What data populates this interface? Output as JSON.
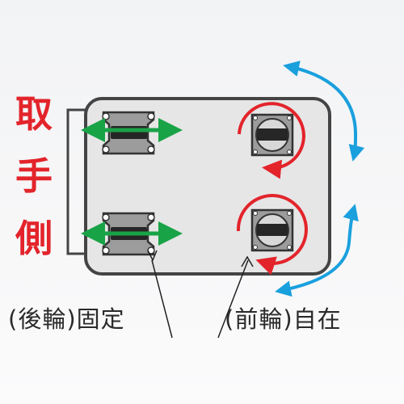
{
  "handle_side_label": [
    "取",
    "手",
    "側"
  ],
  "rear_wheels_caption": "(後輪)固定",
  "front_wheels_caption": "(前輪)自在",
  "colors": {
    "handle_label": "#e3242b",
    "fixed_arrow": "#19a347",
    "swivel_arrow": "#e3242b",
    "rotation_arrow": "#1aa0dd",
    "cart_fill": "#e6e6e6",
    "cart_outline": "#444444"
  },
  "icons": {
    "fixed_caster": "fixed-caster-icon",
    "swivel_caster": "swivel-caster-icon",
    "fixed_direction": "double-arrow-horizontal-icon",
    "swivel_direction": "circular-arrow-icon",
    "front_rotation": "curved-double-arrow-icon"
  }
}
